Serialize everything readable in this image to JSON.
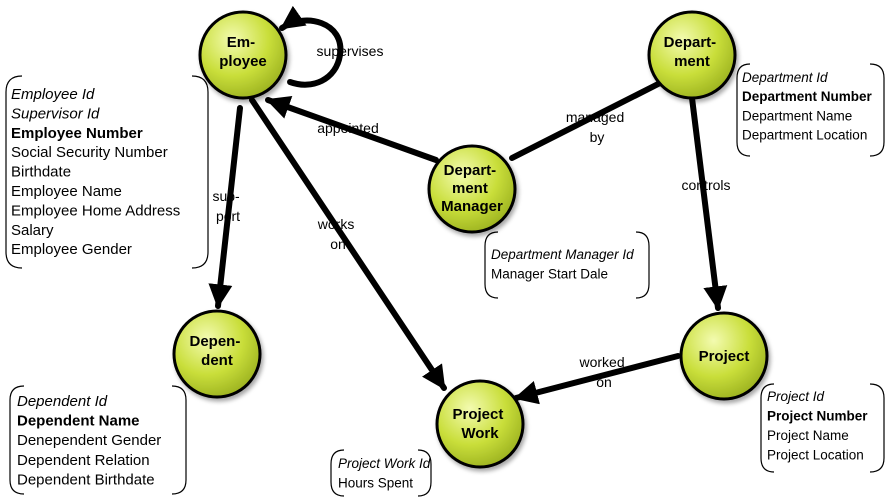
{
  "nodes": {
    "employee": [
      "Em-",
      "ployee"
    ],
    "department": [
      "Depart-",
      "ment"
    ],
    "department_manager": [
      "Depart-",
      "ment",
      "Manager"
    ],
    "dependent": [
      "Depen-",
      "dent"
    ],
    "project_work": [
      "Project",
      "Work"
    ],
    "project": [
      "Project"
    ]
  },
  "relations": {
    "supervises": [
      "supervises"
    ],
    "appointed": [
      "appointed"
    ],
    "managed_by": [
      "managed",
      "by"
    ],
    "support": [
      "sup-",
      "port"
    ],
    "works_on": [
      "works",
      "on"
    ],
    "controls": [
      "controls"
    ],
    "worked_on": [
      "worked",
      "on"
    ]
  },
  "attributes": {
    "employee": [
      {
        "text": "Employee Id",
        "style": "key"
      },
      {
        "text": "Supervisor Id",
        "style": "key"
      },
      {
        "text": "Employee Number",
        "style": "bold"
      },
      {
        "text": "Social Security Number",
        "style": "normal"
      },
      {
        "text": "Birthdate",
        "style": "normal"
      },
      {
        "text": "Employee Name",
        "style": "normal"
      },
      {
        "text": "Employee Home Address",
        "style": "normal"
      },
      {
        "text": "Salary",
        "style": "normal"
      },
      {
        "text": "Employee Gender",
        "style": "normal"
      }
    ],
    "department": [
      {
        "text": "Department Id",
        "style": "key"
      },
      {
        "text": "Department Number",
        "style": "bold"
      },
      {
        "text": "Department Name",
        "style": "normal"
      },
      {
        "text": "Department Location",
        "style": "normal"
      }
    ],
    "department_manager": [
      {
        "text": "Department Manager Id",
        "style": "key"
      },
      {
        "text": "Manager Start Dale",
        "style": "normal"
      }
    ],
    "dependent": [
      {
        "text": "Dependent Id",
        "style": "key"
      },
      {
        "text": "Dependent Name",
        "style": "bold"
      },
      {
        "text": "Denependent Gender",
        "style": "normal"
      },
      {
        "text": "Dependent Relation",
        "style": "normal"
      },
      {
        "text": "Dependent Birthdate",
        "style": "normal"
      }
    ],
    "project_work": [
      {
        "text": "Project Work Id",
        "style": "key"
      },
      {
        "text": "Hours Spent",
        "style": "normal"
      }
    ],
    "project": [
      {
        "text": "Project Id",
        "style": "key"
      },
      {
        "text": "Project Number",
        "style": "bold"
      },
      {
        "text": "Project Name",
        "style": "normal"
      },
      {
        "text": "Project Location",
        "style": "normal"
      }
    ]
  },
  "colors": {
    "node_fill": "#c9de3a",
    "node_highlight": "#f3fbb0",
    "node_stroke": "#000000",
    "edge": "#000000"
  }
}
